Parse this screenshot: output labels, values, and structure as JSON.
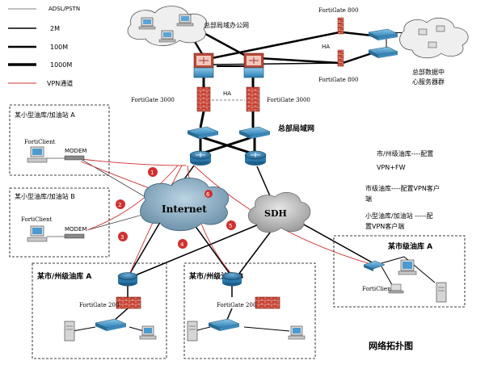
{
  "legend": {
    "items": [
      {
        "label": "ADSL/PSTN"
      },
      {
        "label": "2M"
      },
      {
        "label": "100M"
      },
      {
        "label": "1000M"
      },
      {
        "label": "VPN通道"
      }
    ],
    "colors": {
      "vpn": "#d03030",
      "line": "#000000"
    }
  },
  "top": {
    "office_cloud_label": "总部局域办公网",
    "fortigate800_top": "FortiGate 800",
    "fortigate800_bottom": "FortiGate 800",
    "ha_top": "HA",
    "datacenter_label_line1": "总部数据中",
    "datacenter_label_line2": "心服务器群"
  },
  "core": {
    "fortigate3000_left": "FortiGate 3000",
    "fortigate3000_right": "FortiGate 3000",
    "ha_mid": "HA",
    "lan_label": "总部局域网"
  },
  "stations": {
    "a_title": "某小型油库/加油站 A",
    "a_client": "FortiClient",
    "a_modem": "MODEM",
    "b_title": "某小型油库/加油站 B",
    "b_client": "FortiClient",
    "b_modem": "MODEM"
  },
  "clouds": {
    "internet": "Internet",
    "sdh": "SDH"
  },
  "notes": {
    "line1": "市/州级油库----配置",
    "line2": "VPN+FW",
    "line3": "市级油库----配置VPN客户",
    "line4": "端",
    "line5": "小型油库/加油站 -----配",
    "line6": "置VPN客户端"
  },
  "depots": {
    "a_city": "某市/州级油库 A",
    "a_city_fg": "FortiGate 200",
    "b_city": "某市/州级油库 B",
    "b_city_fg": "FortiGate 200",
    "municipal": "某市级油库 A",
    "municipal_client": "FortiClient"
  },
  "tunnel_markers": [
    "1",
    "2",
    "3",
    "4",
    "5",
    "6"
  ],
  "footer": {
    "caption": "网络拓扑图"
  }
}
